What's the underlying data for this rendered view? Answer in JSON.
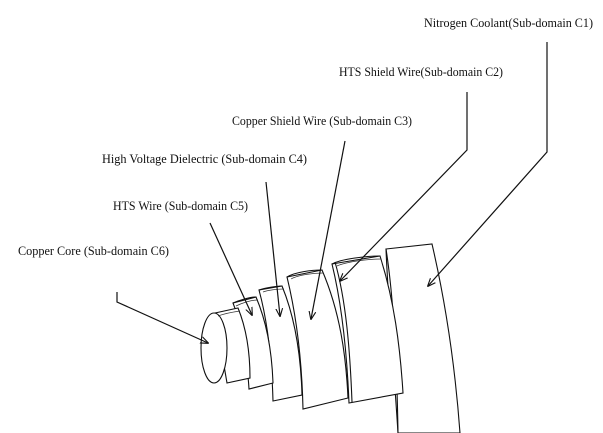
{
  "diagram": {
    "labels": {
      "c1": "Nitrogen Coolant(Sub-domain C1)",
      "c2": "HTS Shield Wire(Sub-domain C2)",
      "c3": "Copper Shield Wire (Sub-domain C3)",
      "c4": "High Voltage Dielectric (Sub-domain C4)",
      "c5": "HTS Wire (Sub-domain C5)",
      "c6": "Copper Core (Sub-domain C6)"
    }
  }
}
